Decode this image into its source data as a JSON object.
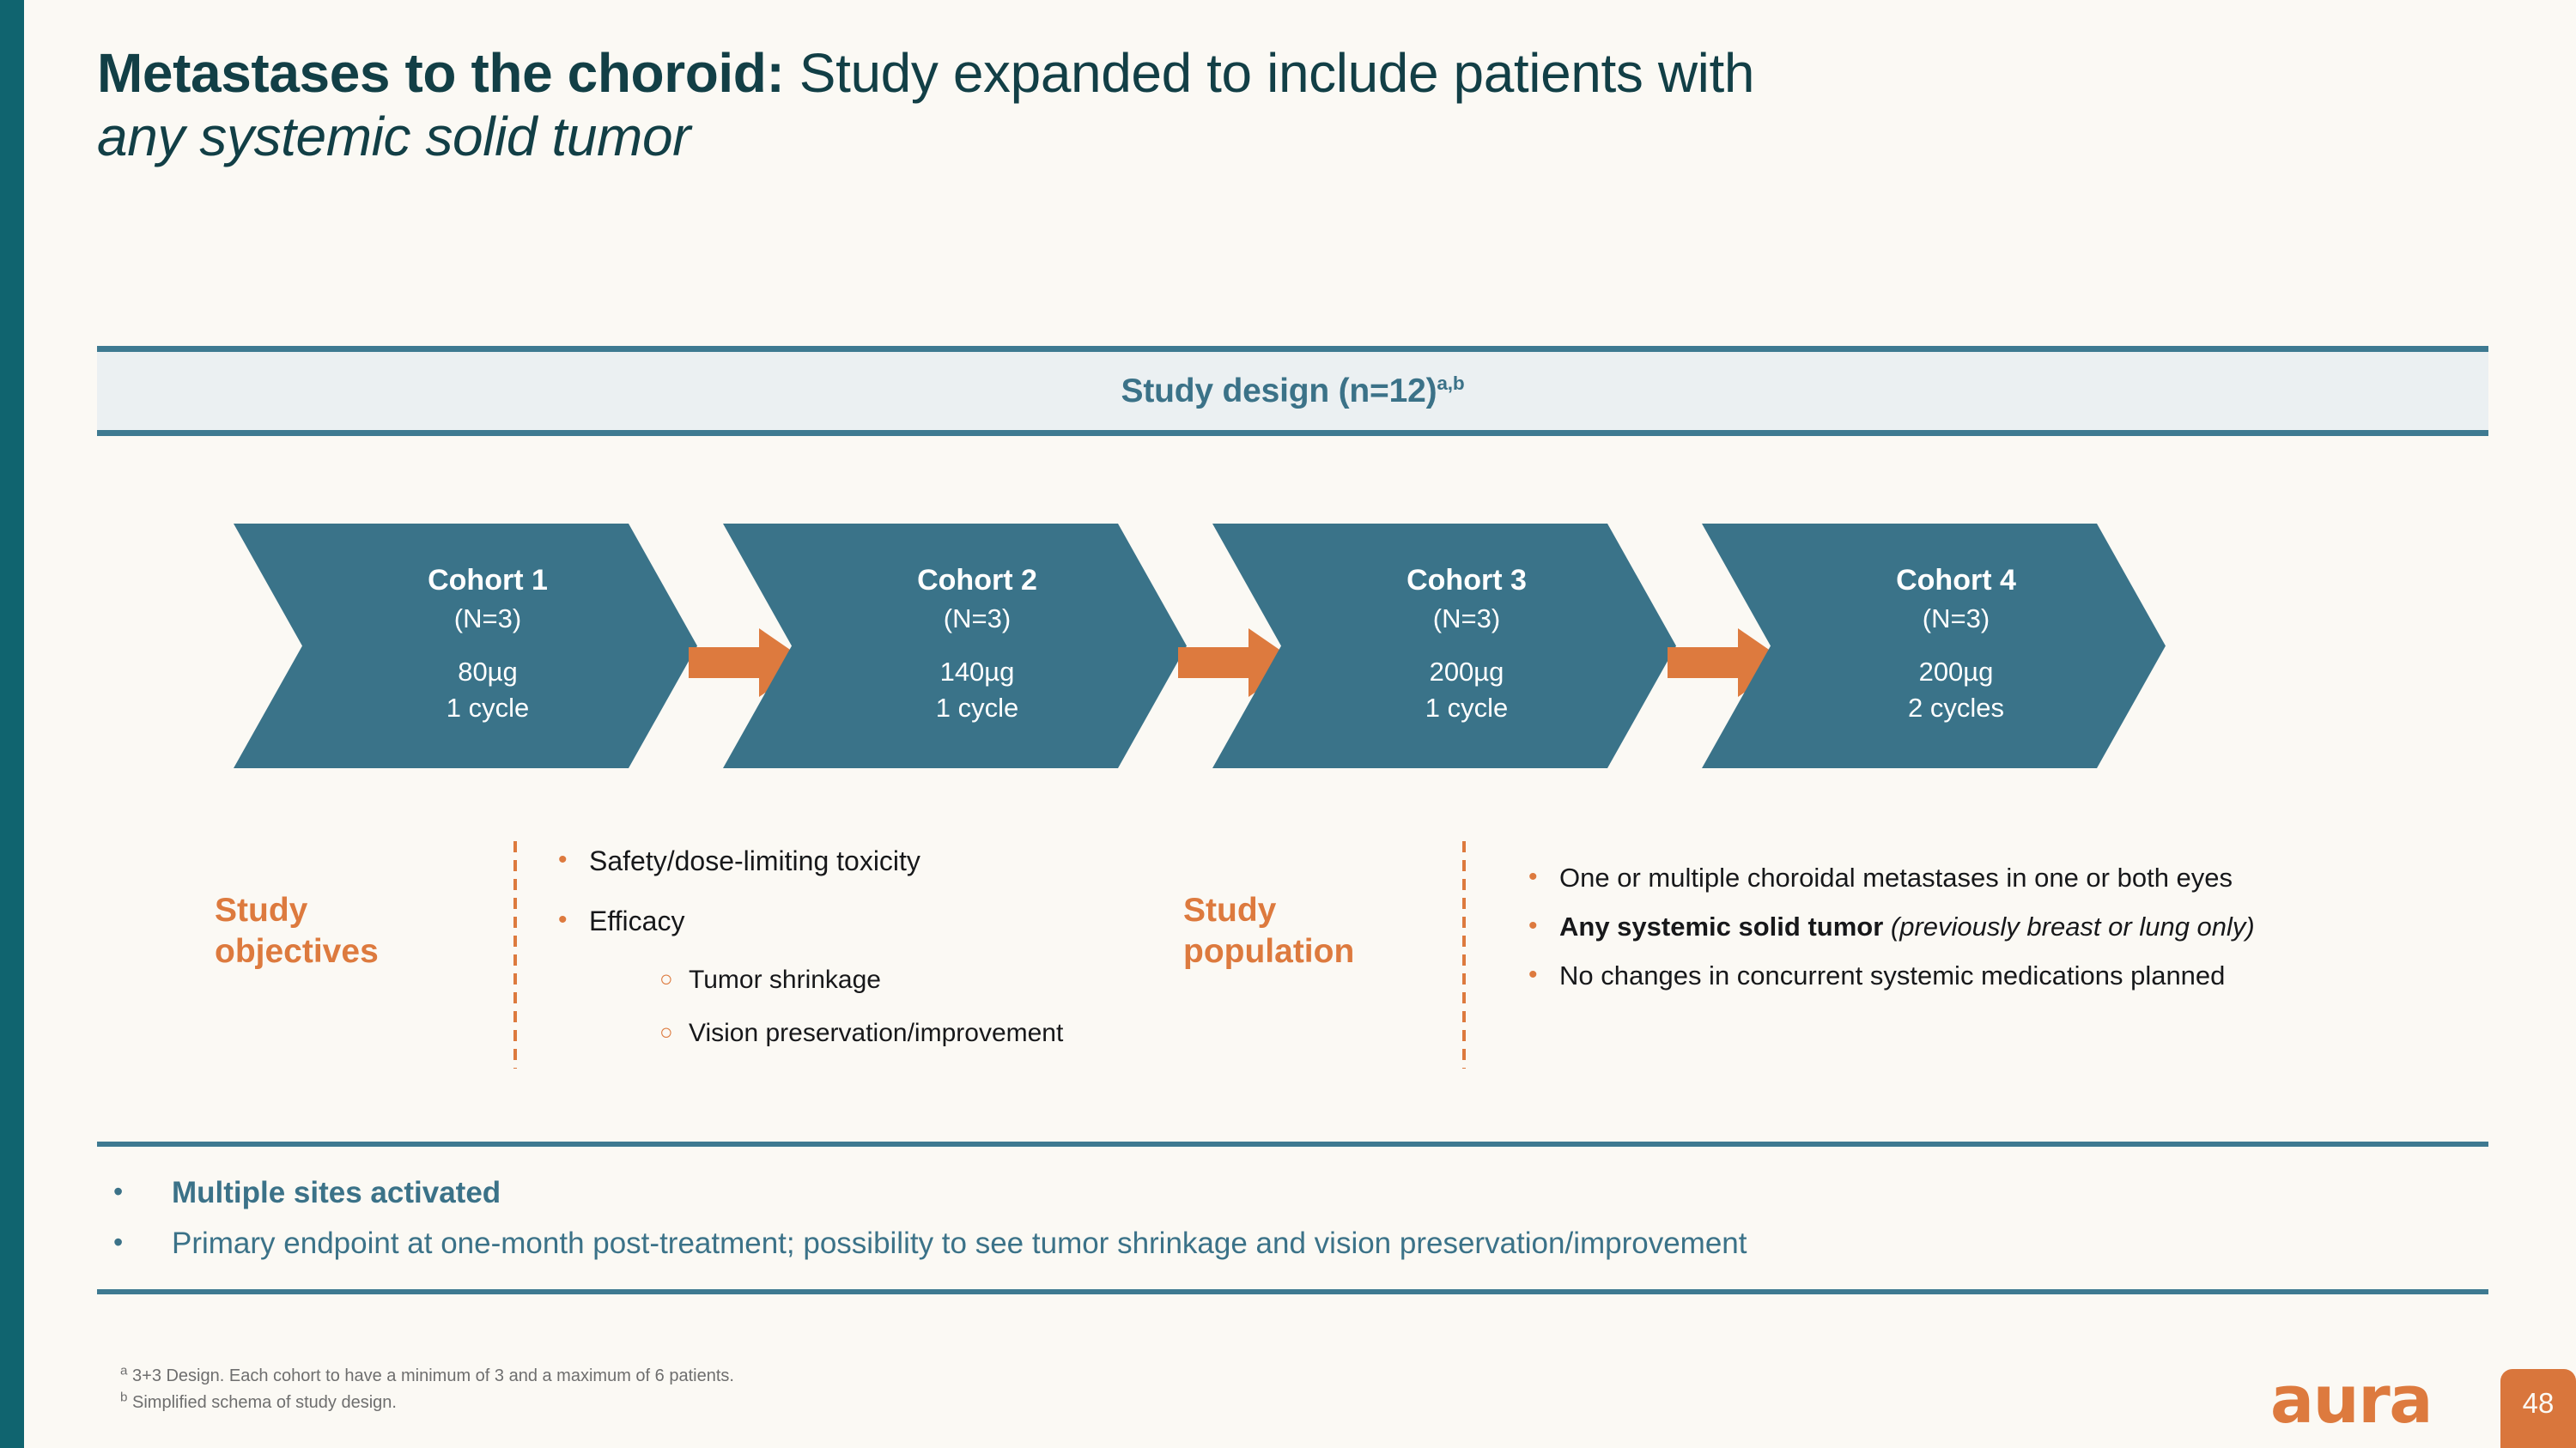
{
  "theme": {
    "background": "#FBF9F4",
    "spine": "#10646F",
    "title_color": "#123F46",
    "teal": "#3E7A91",
    "teal_text": "#3B7288",
    "chevron_fill": "#3A7389",
    "accent_orange": "#DD7A3E",
    "band_bg": "#EBF0F2"
  },
  "title": {
    "bold_part": "Metastases to the choroid:",
    "regular_part": " Study expanded to include patients with",
    "line2": "any systemic solid tumor"
  },
  "design_band": {
    "label": "Study design (n=12)",
    "superscript": "a,b"
  },
  "cohorts": [
    {
      "name": "Cohort 1",
      "n": "(N=3)",
      "dose": "80µg",
      "cycles": "1 cycle"
    },
    {
      "name": "Cohort 2",
      "n": "(N=3)",
      "dose": "140µg",
      "cycles": "1 cycle"
    },
    {
      "name": "Cohort 3",
      "n": "(N=3)",
      "dose": "200µg",
      "cycles": "1 cycle"
    },
    {
      "name": "Cohort 4",
      "n": "(N=3)",
      "dose": "200µg",
      "cycles": "2 cycles"
    }
  ],
  "objectives": {
    "label_line1": "Study",
    "label_line2": "objectives",
    "bullet1": "Safety/dose-limiting toxicity",
    "bullet2": "Efficacy",
    "sub1": "Tumor shrinkage",
    "sub2": "Vision preservation/improvement",
    "bullet_glyph": "•",
    "sub_glyph": "○"
  },
  "population": {
    "label_line1": "Study",
    "label_line2": "population",
    "bullet1": "One or multiple choroidal metastases in one or both eyes",
    "bullet2_bold": "Any systemic solid tumor",
    "bullet2_italic": " (previously breast or lung only)",
    "bullet3": "No changes in concurrent systemic medications planned",
    "bullet_glyph": "•"
  },
  "notes": {
    "bullet_glyph": "•",
    "note1": "Multiple sites activated",
    "note2": "Primary endpoint at one-month post-treatment; possibility to see tumor shrinkage and vision preservation/improvement"
  },
  "footnotes": {
    "a_marker": "a",
    "a_text": " 3+3 Design. Each cohort to have a minimum of 3 and a maximum of 6 patients.",
    "b_marker": "b",
    "b_text": " Simplified schema of study design."
  },
  "branding": {
    "logo_text": "aura",
    "page_number": "48"
  }
}
